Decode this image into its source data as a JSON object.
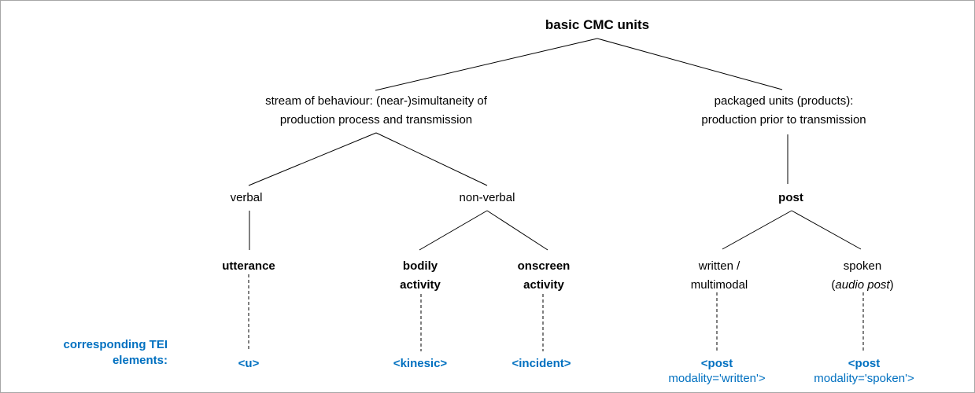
{
  "colors": {
    "accent_blue": "#0070C0",
    "line_black": "#000000",
    "border_gray": "#A6A6A6",
    "background": "#FFFFFF"
  },
  "tree": {
    "root": "basic CMC units",
    "stream": {
      "line1": "stream of behaviour: (near-)simultaneity of",
      "line2": "production process and transmission"
    },
    "packaged": {
      "line1": "packaged units (products):",
      "line2": "production prior to transmission"
    },
    "verbal": "verbal",
    "non_verbal": "non-verbal",
    "post": "post",
    "utterance": "utterance",
    "bodily_activity": {
      "line1": "bodily",
      "line2": "activity"
    },
    "onscreen_activity": {
      "line1": "onscreen",
      "line2": "activity"
    },
    "written_multimodal": {
      "line1": "written /",
      "line2": "multimodal"
    },
    "spoken": {
      "line1": "spoken",
      "paren_open": "(",
      "audio_post": "audio post",
      "paren_close": ")"
    }
  },
  "tei": {
    "caption": {
      "line1": "corresponding TEI",
      "line2": "elements:"
    },
    "u": "<u>",
    "kinesic": "<kinesic>",
    "incident": "<incident>",
    "post_written": {
      "line1": "<post",
      "line2": "modality='written'>"
    },
    "post_spoken": {
      "line1": "<post",
      "line2": "modality='spoken'>"
    }
  }
}
